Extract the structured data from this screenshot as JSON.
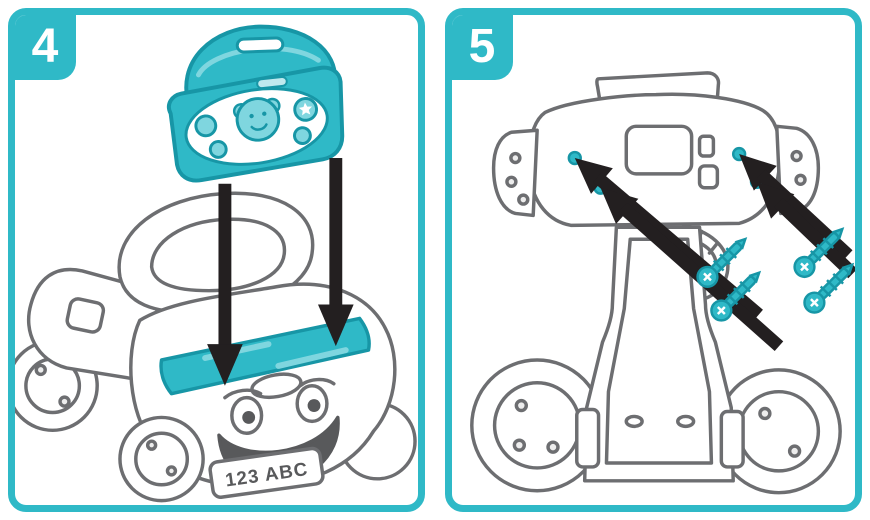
{
  "colors": {
    "teal": "#2fb9c7",
    "teal_dark": "#1796a6",
    "teal_light": "#7fd6df",
    "outline_gray": "#6d6e71",
    "arrow_black": "#231f20"
  },
  "panels": [
    {
      "step_label": "4"
    },
    {
      "step_label": "5"
    }
  ],
  "illustration": {
    "license_plate_text": "123 ABC",
    "screw_count": 4,
    "screw_hole_count": 4
  }
}
